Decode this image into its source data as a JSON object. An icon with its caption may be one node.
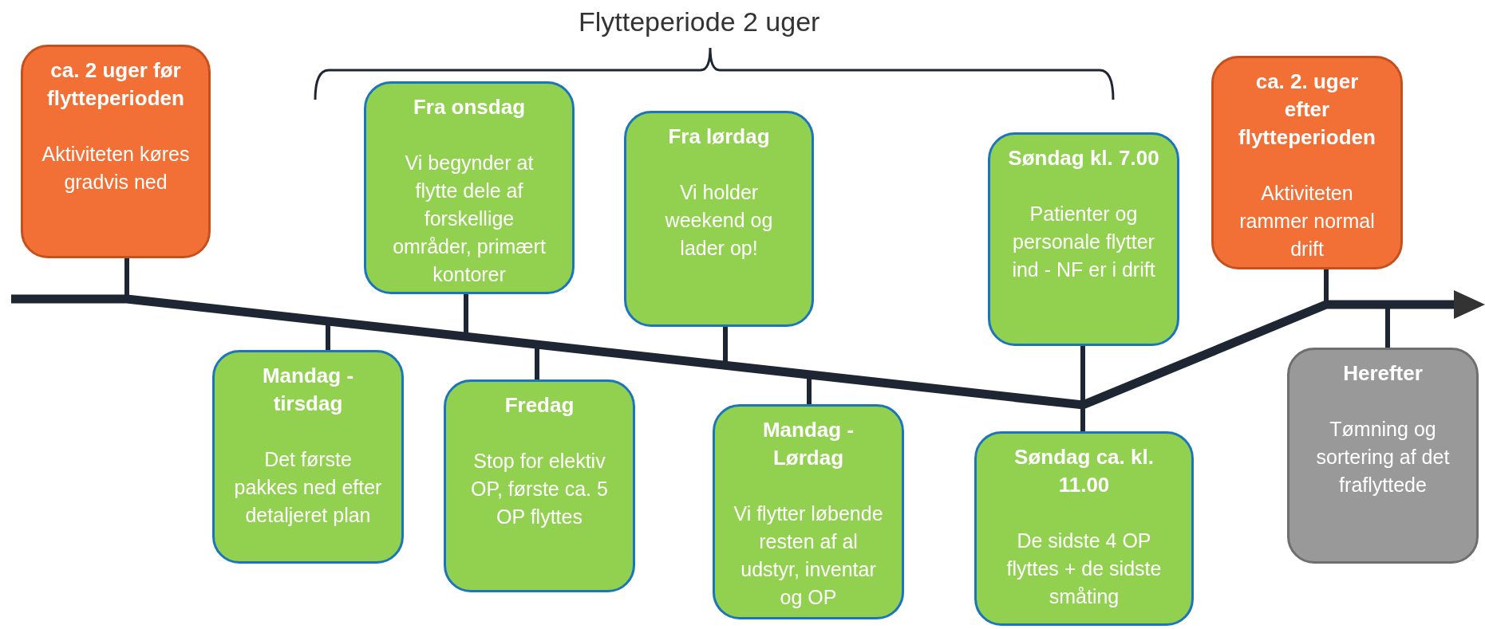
{
  "diagram": {
    "nodes": [
      {
        "text": [
          "ca. 2 uger før flytteperioden",
          "Aktiviteten køres gradvis ned"
        ]
      },
      {
        "text": [
          "Mandag - tirsdag",
          "Det første pakkes ned efter detaljeret plan"
        ]
      },
      {
        "text": [
          "Fra onsdag",
          "Vi begynder at flytte dele af forskellige områder, primært kontorer"
        ]
      },
      {
        "text": [
          "Fredag",
          "Stop for elektiv OP, første ca. 5 OP flyttes"
        ]
      },
      {
        "text": [
          "Fra lørdag",
          "Vi holder weekend og lader op!"
        ]
      },
      {
        "text": [
          "Mandag - Lørdag",
          "Vi flytter løbende resten af al udstyr, inventar og OP"
        ]
      },
      {
        "text": [
          "Søndag kl. 7.00",
          "Patienter og personale flytter ind - NF er i drift"
        ]
      },
      {
        "text": [
          "Søndag ca. kl. 11.00",
          "De sidste 4 OP flyttes + de sidste småting"
        ]
      },
      {
        "text": [
          "ca. 2. uger efter flytteperioden",
          "Aktiviteten rammer normal drift"
        ]
      },
      {
        "text": [
          "Herefter",
          "Tømning og sortering af det fraflyttede"
        ]
      },
      {
        "text": [],
        "shape": "bar"
      }
    ],
    "edges": [
      {
        "from": 0,
        "to": 10,
        "arrow": "none"
      },
      {
        "from": 1,
        "to": 10,
        "arrow": "none"
      },
      {
        "from": 2,
        "to": 10,
        "arrow": "none"
      },
      {
        "from": 3,
        "to": 10,
        "arrow": "none"
      },
      {
        "from": 4,
        "to": 10,
        "arrow": "none"
      },
      {
        "from": 5,
        "to": 10,
        "arrow": "none"
      },
      {
        "from": 6,
        "to": 10,
        "arrow": "none"
      },
      {
        "from": 7,
        "to": 10,
        "arrow": "none"
      },
      {
        "from": 8,
        "to": 10,
        "arrow": "none"
      },
      {
        "from": 9,
        "to": 10,
        "arrow": "none"
      }
    ],
    "labels": [
      "Flytteperiode 2 uger"
    ]
  }
}
